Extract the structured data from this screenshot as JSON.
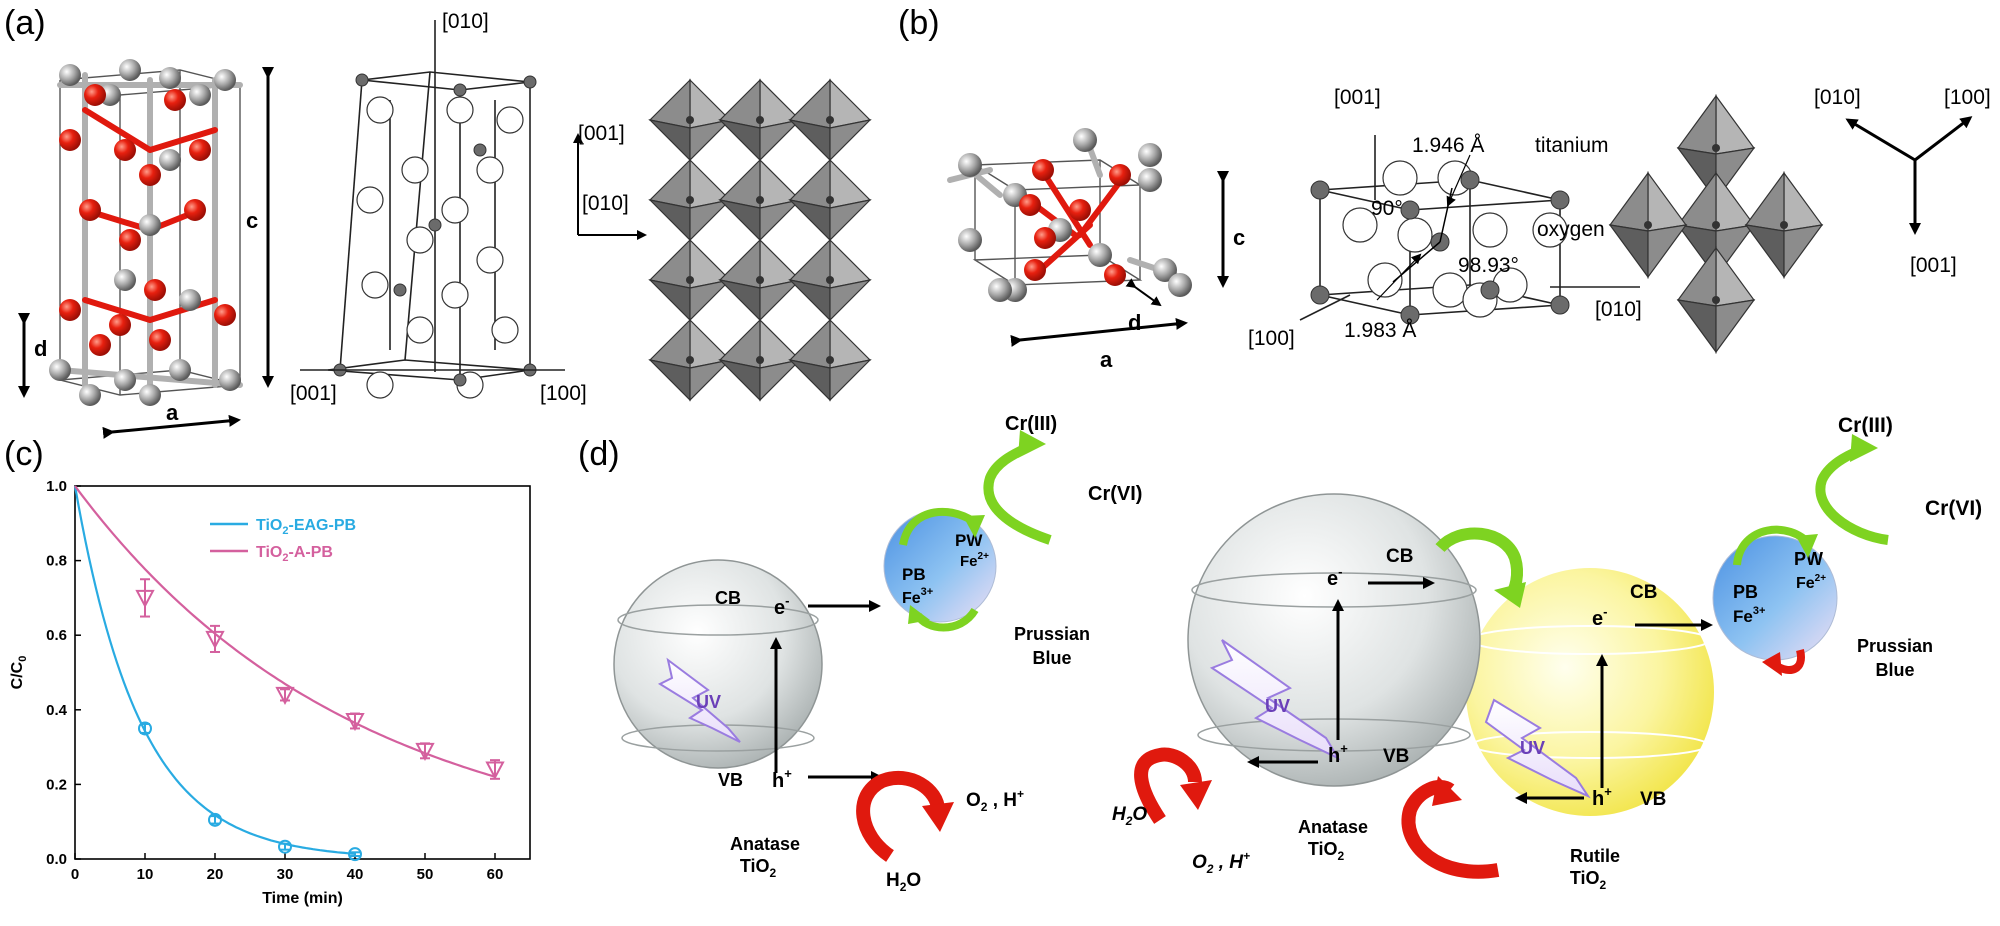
{
  "panels": {
    "a": "(a)",
    "b": "(b)",
    "c": "(c)",
    "d": "(d)"
  },
  "panel_a": {
    "lattice_c": "c",
    "lattice_d": "d",
    "lattice_a": "a",
    "dir_010_top": "[010]",
    "dir_001_bottom": "[001]",
    "dir_100_bottom": "[100]",
    "dir_001_arrow": "[001]",
    "dir_010_arrow": "[010]"
  },
  "panel_b": {
    "lattice_c": "c",
    "lattice_d": "d",
    "lattice_a": "a",
    "dir_001": "[001]",
    "dir_100": "[100]",
    "dir_010": "[010]",
    "bond_1": "1.946 Å",
    "bond_2": "1.983 Å",
    "angle_1": "90°",
    "angle_2": "98.93°",
    "atom_titanium": "titanium",
    "atom_oxygen": "oxygen",
    "axes_010": "[010]",
    "axes_100": "[100]",
    "axes_001": "[001]"
  },
  "chart_data": {
    "type": "line",
    "title": "",
    "xlabel": "Time (min)",
    "ylabel": "C/C0",
    "xlim": [
      0,
      65
    ],
    "ylim": [
      0,
      1.0
    ],
    "xticks": [
      "0",
      "10",
      "20",
      "30",
      "40",
      "50",
      "60"
    ],
    "yticks": [
      "0.0",
      "0.2",
      "0.4",
      "0.6",
      "0.8",
      "1.0"
    ],
    "legend_position": "top-right",
    "colors": {
      "eag": "#29abe2",
      "a": "#d4609e"
    },
    "series": [
      {
        "name": "TiO2-EAG-PB",
        "marker": "circle",
        "x": [
          0,
          10,
          20,
          30,
          40
        ],
        "y": [
          1.0,
          0.35,
          0.105,
          0.033,
          0.013
        ],
        "err": [
          0,
          0.012,
          0.01,
          0.008,
          0.005
        ]
      },
      {
        "name": "TiO2-A-PB",
        "marker": "triangle-down",
        "x": [
          0,
          10,
          20,
          30,
          40,
          50,
          60
        ],
        "y": [
          1.0,
          0.7,
          0.59,
          0.44,
          0.37,
          0.29,
          0.24
        ],
        "err": [
          0,
          0.05,
          0.035,
          0.015,
          0.02,
          0.02,
          0.025
        ]
      }
    ],
    "fit_k": {
      "eag": 0.107,
      "a": 0.0252
    }
  },
  "legend": {
    "eag": {
      "pre": "TiO",
      "sub": "2",
      "post": "-EAG-PB"
    },
    "a": {
      "pre": "TiO",
      "sub": "2",
      "post": "-A-PB"
    }
  },
  "panel_d": {
    "left": {
      "cb": "CB",
      "vb": "VB",
      "e": "e",
      "e_sup": "-",
      "h": "h",
      "h_sup": "+",
      "uv": "UV",
      "pb": "PB",
      "fe3": "Fe",
      "fe3_sup": "3+",
      "pw": "PW",
      "fe2": "Fe",
      "fe2_sup": "2+",
      "prussian_1": "Prussian",
      "prussian_2": "Blue",
      "cr3": "Cr(III)",
      "cr6": "Cr(VI)",
      "o2": "O",
      "o2_sub": "2",
      "o2_tail": " , H",
      "o2_sup": "+",
      "h2o": "H",
      "h2o_sub": "2",
      "h2o_tail": "O",
      "anatase_1": "Anatase",
      "anatase_2": "TiO",
      "anatase_sub": "2"
    },
    "right": {
      "cb_anatase": "CB",
      "vb_anatase": "VB",
      "cb_rutile": "CB",
      "vb_rutile": "VB",
      "e": "e",
      "e_sup": "-",
      "h": "h",
      "h_sup": "+",
      "uv": "UV",
      "pb": "PB",
      "fe3": "Fe",
      "fe3_sup": "3+",
      "pw": "PW",
      "fe2": "Fe",
      "fe2_sup": "2+",
      "prussian_1": "Prussian",
      "prussian_2": "Blue",
      "cr3": "Cr(III)",
      "cr6": "Cr(VI)",
      "h2o": "H",
      "h2o_sub": "2",
      "h2o_tail": "O",
      "o2": "O",
      "o2_sub": "2",
      "o2_tail": " , H",
      "o2_sup": "+",
      "anatase_1": "Anatase",
      "anatase_2": "TiO",
      "anatase_sub": "2",
      "rutile_1": "Rutile",
      "rutile_2": "TiO",
      "rutile_sub": "2"
    }
  },
  "colors": {
    "cr3": "#7ed321",
    "cr6": "#f5a623",
    "red_arrow": "#e0190e",
    "green_arrow": "#7ed321"
  }
}
